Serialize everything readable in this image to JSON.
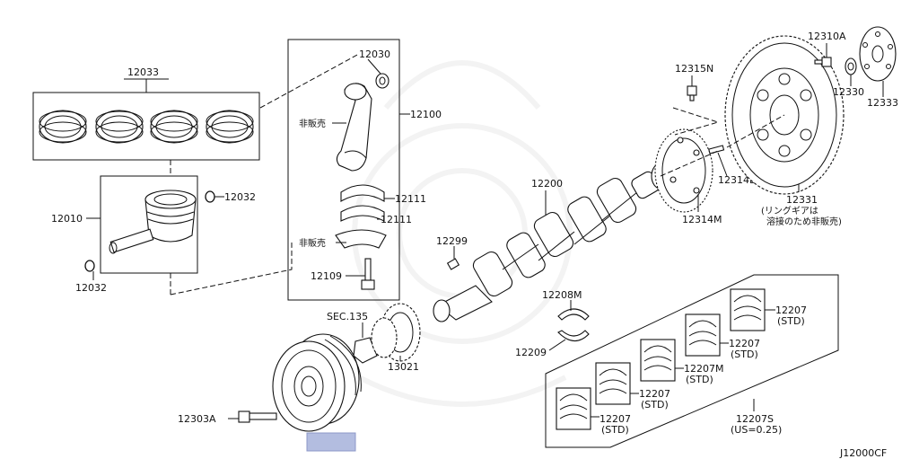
{
  "diagram_code": "J12000CF",
  "parts": {
    "p12033": "12033",
    "p12030": "12030",
    "p12100": "12100",
    "hanbai1": "非販売",
    "hanbai2": "非販売",
    "p12111a": "12111",
    "p12111b": "12111",
    "p12109": "12109",
    "p12010": "12010",
    "p12032a": "12032",
    "p12032b": "12032",
    "p12310a": "12310A",
    "p12315n": "12315N",
    "p12330": "12330",
    "p12333": "12333",
    "p12314e": "12314E",
    "p12331": "12331",
    "p12331_note1": "(リングギアは",
    "p12331_note2": "溶接のため非販売)",
    "p12314m": "12314M",
    "p12200": "12200",
    "p12299": "12299",
    "p12208m": "12208M",
    "p12209": "12209",
    "sec135": "SEC.135",
    "p13021": "13021",
    "p12303a": "12303A",
    "b1": "12207",
    "b1s": "(STD)",
    "b2": "12207",
    "b2s": "(STD)",
    "b3": "12207M",
    "b3s": "(STD)",
    "b4": "12207",
    "b4s": "(STD)",
    "b5": "12207",
    "b5s": "(STD)",
    "b6": "12207S",
    "b6s": "(US=0.25)"
  },
  "highlight_color": "#b3bde0"
}
